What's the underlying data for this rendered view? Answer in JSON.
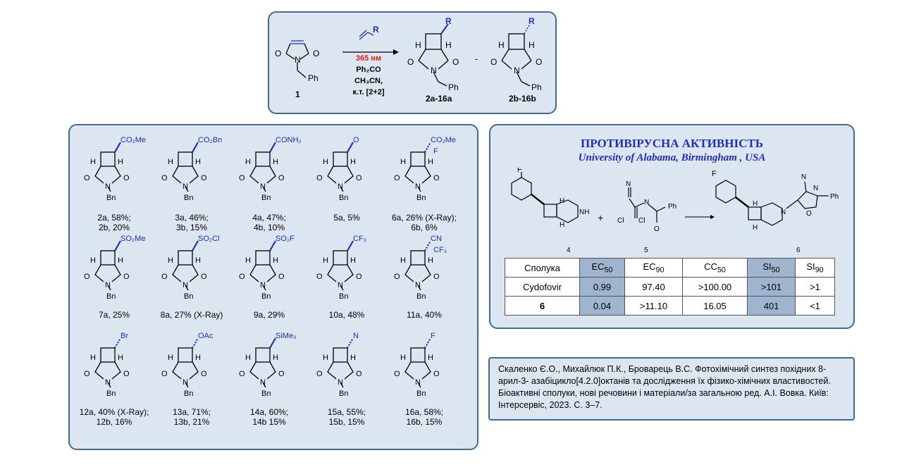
{
  "scheme": {
    "reactant_label": "1",
    "reagent_R": "R",
    "conditions": [
      "365 нм",
      "Ph₂CO",
      "CH₃CN,",
      "к.т. [2+2]"
    ],
    "condition_highlight_color": "#e41b17",
    "product_a_label": "2a-16a",
    "product_b_label": "2b-16b",
    "separator": "-"
  },
  "molecules": [
    {
      "substituent": "CO₂Me",
      "caption_line1": "2a, 58%;",
      "caption_line2": "2b, 20%"
    },
    {
      "substituent": "CO₂Bn",
      "caption_line1": "3a, 46%;",
      "caption_line2": "3b, 15%"
    },
    {
      "substituent": "CONH₂",
      "caption_line1": "4a, 47%;",
      "caption_line2": "4b, 10%"
    },
    {
      "substituent": "O",
      "caption_line1": "5a, 5%",
      "caption_line2": ""
    },
    {
      "substituent": "CO₂Me",
      "substituent2": "F",
      "caption_line1": "6a, 26% (X-Ray);",
      "caption_line2": "6b, 6%"
    },
    {
      "substituent": "SO₂Me",
      "caption_line1": "7a, 25%",
      "caption_line2": ""
    },
    {
      "substituent": "SO₂Cl",
      "caption_line1": "8a, 27% (X-Ray)",
      "caption_line2": ""
    },
    {
      "substituent": "SO₂F",
      "caption_line1": "9a, 29%",
      "caption_line2": ""
    },
    {
      "substituent": "CF₃",
      "caption_line1": "10a, 48%",
      "caption_line2": ""
    },
    {
      "substituent": "CN",
      "substituent2": "CF₃",
      "caption_line1": "11a, 40%",
      "caption_line2": ""
    },
    {
      "substituent": "Br",
      "caption_line1": "12a, 40% (X-Ray);",
      "caption_line2": "12b, 16%"
    },
    {
      "substituent": "OAc",
      "caption_line1": "13a, 71%;",
      "caption_line2": "13b, 21%"
    },
    {
      "substituent": "SiMe₃",
      "caption_line1": "14a, 60%;",
      "caption_line2": "14b 15%"
    },
    {
      "substituent": "N",
      "caption_line1": "15a, 55%;",
      "caption_line2": "15b, 15%"
    },
    {
      "substituent": "F",
      "caption_line1": "16a, 58%;",
      "caption_line2": "16b, 15%"
    }
  ],
  "atoms": {
    "H": "H",
    "O": "O",
    "N": "N",
    "Bn": "Bn",
    "Ph": "Ph",
    "F": "F",
    "NH": "NH",
    "Cl": "Cl"
  },
  "activity": {
    "title": "ПРОТИВІРУСНА АКТИВНІСТЬ",
    "subtitle": "University of Alabama, Birmingham , USA",
    "compound_labels": [
      "4",
      "5",
      "6"
    ],
    "plus": "+",
    "table": {
      "headers": [
        {
          "base": "Сполука",
          "sub": ""
        },
        {
          "base": "EC",
          "sub": "50"
        },
        {
          "base": "EC",
          "sub": "90"
        },
        {
          "base": "CC",
          "sub": "50"
        },
        {
          "base": "SI",
          "sub": "50"
        },
        {
          "base": "SI",
          "sub": "90"
        }
      ],
      "rows": [
        [
          "Cydofovir",
          "0.99",
          "97.40",
          ">100.00",
          ">101",
          ">1"
        ],
        [
          "6",
          "0.04",
          ">11.10",
          "16.05",
          "401",
          "<1"
        ]
      ],
      "highlight_color": "#9fb4cf"
    }
  },
  "citation": "Скаленко Є.О., Михайлюк П.К., Броварець В.С. Фотохімічний синтез похідних 8-арил-3- азабіцикло[4.2.0]октанів та дослідження їх фізико-хімічних властивостей. Біоактивні сполуки, нові речовини і матеріали/за загальною ред. А.І. Вовка. Київ: Інтерсервіс, 2023. С. 3–7.",
  "colors": {
    "panel_bg": "#dce6f0",
    "panel_border": "#3f6d8e",
    "blue_bond": "#1e2fbd",
    "title_blue": "#1e2fbd"
  }
}
